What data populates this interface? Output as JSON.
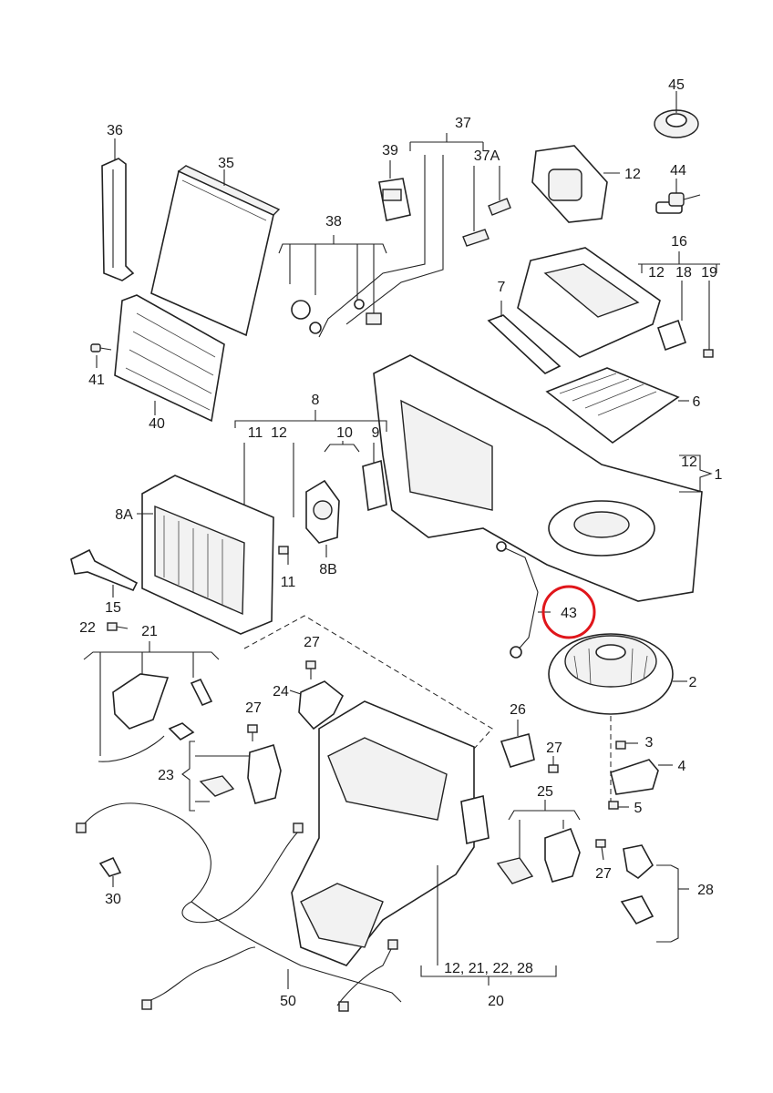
{
  "diagram": {
    "highlight_color": "#e0161b",
    "labels": {
      "l45": "45",
      "l44": "44",
      "l36": "36",
      "l35": "35",
      "l37": "37",
      "l39": "39",
      "l37a": "37A",
      "l12a": "12",
      "l38": "38",
      "l16": "16",
      "l12b": "12",
      "l18": "18",
      "l19": "19",
      "l7": "7",
      "l41": "41",
      "l40": "40",
      "l6": "6",
      "l8": "8",
      "l11a": "11",
      "l12c": "12",
      "l10": "10",
      "l9": "9",
      "l12d": "12",
      "l1": "1",
      "l8a": "8A",
      "l11b": "11",
      "l8b": "8B",
      "l15": "15",
      "l43": "43",
      "l22": "22",
      "l21": "21",
      "l27a": "27",
      "l2": "2",
      "l24": "24",
      "l27b": "27",
      "l26": "26",
      "l3": "3",
      "l27c": "27",
      "l4": "4",
      "l23": "23",
      "l25": "25",
      "l5": "5",
      "l30": "30",
      "l27d": "27",
      "l28": "28",
      "l50": "50",
      "l20group": "12, 21, 22, 28",
      "l20": "20"
    }
  }
}
